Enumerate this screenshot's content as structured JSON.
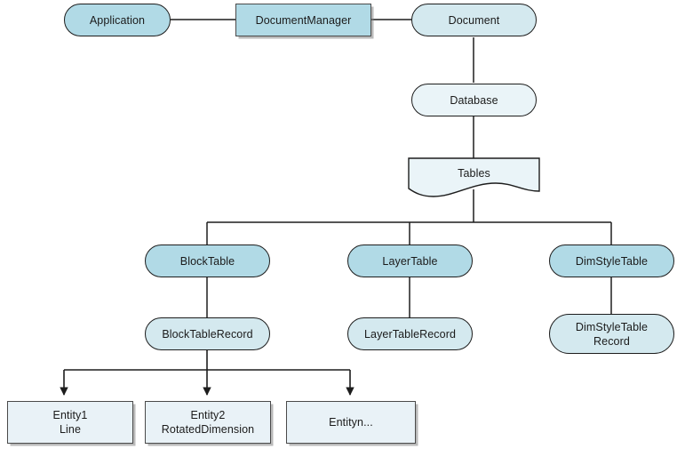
{
  "diagram": {
    "title": "Document / Database object model",
    "background": "#ffffff",
    "stroke_color": "#1d1d1d",
    "palette": {
      "fill_strong": "#b1dae6",
      "fill_medium": "#d4e9ef",
      "fill_light": "#eaf4f8",
      "fill_pale": "#e9f2f7",
      "rect_border": "#4a4a4a",
      "shadow": "#8a8a8a"
    },
    "nodes": [
      {
        "id": "application",
        "label": "Application",
        "shape": "pill",
        "fill": "fill_strong"
      },
      {
        "id": "document-manager",
        "label": "DocumentManager",
        "shape": "rect",
        "fill": "fill_strong"
      },
      {
        "id": "document",
        "label": "Document",
        "shape": "pill",
        "fill": "fill_medium"
      },
      {
        "id": "database",
        "label": "Database",
        "shape": "pill",
        "fill": "fill_light"
      },
      {
        "id": "tables",
        "label": "Tables",
        "shape": "document",
        "fill": "fill_light"
      },
      {
        "id": "block-table",
        "label": "BlockTable",
        "shape": "pill",
        "fill": "fill_strong"
      },
      {
        "id": "layer-table",
        "label": "LayerTable",
        "shape": "pill",
        "fill": "fill_strong"
      },
      {
        "id": "dim-style-table",
        "label": "DimStyleTable",
        "shape": "pill",
        "fill": "fill_strong"
      },
      {
        "id": "block-table-record",
        "label": "BlockTableRecord",
        "shape": "pill",
        "fill": "fill_medium"
      },
      {
        "id": "layer-table-record",
        "label": "LayerTableRecord",
        "shape": "pill",
        "fill": "fill_medium"
      },
      {
        "id": "dim-style-record",
        "label": "DimStyleTable\nRecord",
        "shape": "pill",
        "fill": "fill_medium"
      },
      {
        "id": "entity1",
        "label": "Entity1\nLine",
        "shape": "rect",
        "fill": "fill_pale"
      },
      {
        "id": "entity2",
        "label": "Entity2\nRotatedDimension",
        "shape": "rect",
        "fill": "fill_pale"
      },
      {
        "id": "entityn",
        "label": "Entityn...",
        "shape": "rect",
        "fill": "fill_pale"
      }
    ],
    "edges": [
      {
        "from": "application",
        "to": "document-manager",
        "arrow": false,
        "kind": "horizontal"
      },
      {
        "from": "document-manager",
        "to": "document",
        "arrow": false,
        "kind": "horizontal"
      },
      {
        "from": "document",
        "to": "database",
        "arrow": false,
        "kind": "vertical"
      },
      {
        "from": "database",
        "to": "tables",
        "arrow": false,
        "kind": "vertical"
      },
      {
        "from": "tables",
        "to": "block-table",
        "arrow": false,
        "kind": "orthogonal-branch"
      },
      {
        "from": "tables",
        "to": "layer-table",
        "arrow": false,
        "kind": "orthogonal-branch"
      },
      {
        "from": "tables",
        "to": "dim-style-table",
        "arrow": false,
        "kind": "orthogonal-branch"
      },
      {
        "from": "block-table",
        "to": "block-table-record",
        "arrow": false,
        "kind": "vertical"
      },
      {
        "from": "layer-table",
        "to": "layer-table-record",
        "arrow": false,
        "kind": "vertical"
      },
      {
        "from": "dim-style-table",
        "to": "dim-style-record",
        "arrow": false,
        "kind": "vertical"
      },
      {
        "from": "block-table-record",
        "to": "entity1",
        "arrow": true,
        "kind": "orthogonal-branch"
      },
      {
        "from": "block-table-record",
        "to": "entity2",
        "arrow": true,
        "kind": "orthogonal-branch"
      },
      {
        "from": "block-table-record",
        "to": "entityn",
        "arrow": true,
        "kind": "orthogonal-branch"
      }
    ]
  }
}
